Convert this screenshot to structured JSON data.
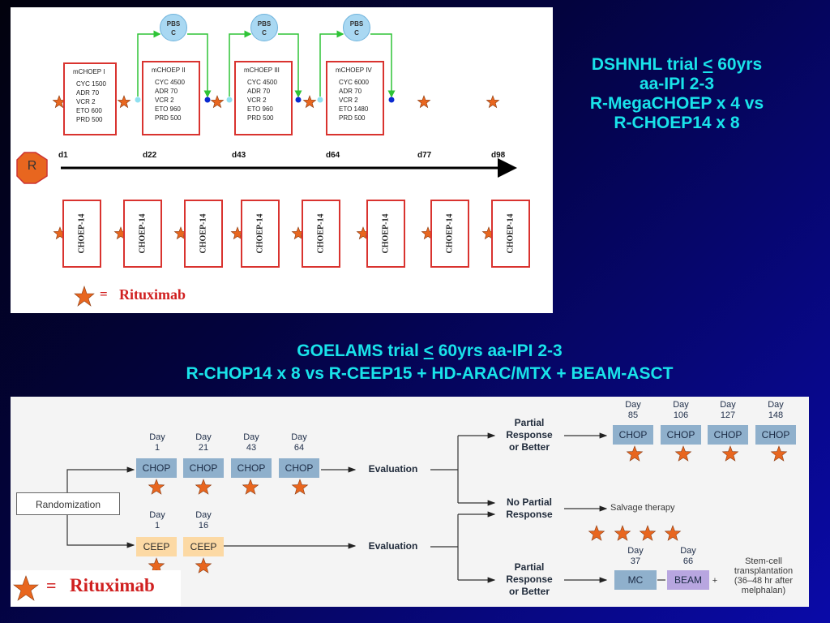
{
  "dshnhl": {
    "line1_a": "DSHNHL trial ",
    "line1_b": "<",
    "line1_c": " 60yrs",
    "line2": "aa-IPI 2-3",
    "line3": "R-MegaCHOEP x 4 vs",
    "line4": "R-CHOEP14 x 8"
  },
  "goelams": {
    "line1_a": "GOELAMS trial ",
    "line1_b": "<",
    "line1_c": " 60yrs aa-IPI 2-3",
    "line2": "R-CHOP14 x 8 vs R-CEEP15 + HD-ARAC/MTX + BEAM-ASCT"
  },
  "top_diagram": {
    "randomization_label": "R",
    "pbs_label_1": "PBS",
    "pbs_label_2": "C",
    "day_labels": [
      "d1",
      "d22",
      "d43",
      "d64",
      "d77",
      "d98"
    ],
    "mchoep": [
      {
        "title": "mCHOEP  I",
        "lines": [
          "CYC 1500",
          "ADR 70",
          "VCR 2",
          "ETO 600",
          "PRD 500"
        ]
      },
      {
        "title": "mCHOEP  II",
        "lines": [
          "CYC 4500",
          "ADR 70",
          "VCR 2",
          "ETO 960",
          "PRD 500"
        ]
      },
      {
        "title": "mCHOEP  III",
        "lines": [
          "CYC 4500",
          "ADR 70",
          "VCR 2",
          "ETO 960",
          "PRD 500"
        ]
      },
      {
        "title": "mCHOEP  IV",
        "lines": [
          "CYC 6000",
          "ADR 70",
          "VCR 2",
          "ETO 1480",
          "PRD 500"
        ]
      }
    ],
    "choep_label": "CHOEP-14",
    "choep_count": 8,
    "legend_equals": "=",
    "legend_text": "Rituximab",
    "colors": {
      "box_border": "#d9332f",
      "star": "#e8661f",
      "arrow_green": "#2fc437",
      "pbs_fill": "#a9d8f2"
    }
  },
  "bottom_diagram": {
    "randomization": "Randomization",
    "day_word": "Day",
    "chop_days": [
      "1",
      "21",
      "43",
      "64"
    ],
    "chop_label": "CHOP",
    "ceep_days": [
      "1",
      "16"
    ],
    "ceep_label": "CEEP",
    "evaluation": "Evaluation",
    "partial_response": [
      "Partial",
      "Response",
      "or Better"
    ],
    "no_partial_response": [
      "No Partial",
      "Response"
    ],
    "salvage": "Salvage therapy",
    "late_chop_days": [
      "85",
      "106",
      "127",
      "148"
    ],
    "mc_day": "37",
    "beam_day": "66",
    "mc_label": "MC",
    "beam_label": "BEAM",
    "plus": "+",
    "stem_cell": [
      "Stem-cell",
      "transplantation",
      "(36–48 hr after",
      "melphalan)"
    ],
    "legend_equals": "=",
    "legend_text": "Rituximab",
    "colors": {
      "chop_fill": "#8fb0cc",
      "ceep_fill": "#fcd9a4",
      "mc_fill": "#8fb0cc",
      "beam_fill": "#b8a6e0",
      "star": "#e8661f"
    }
  }
}
